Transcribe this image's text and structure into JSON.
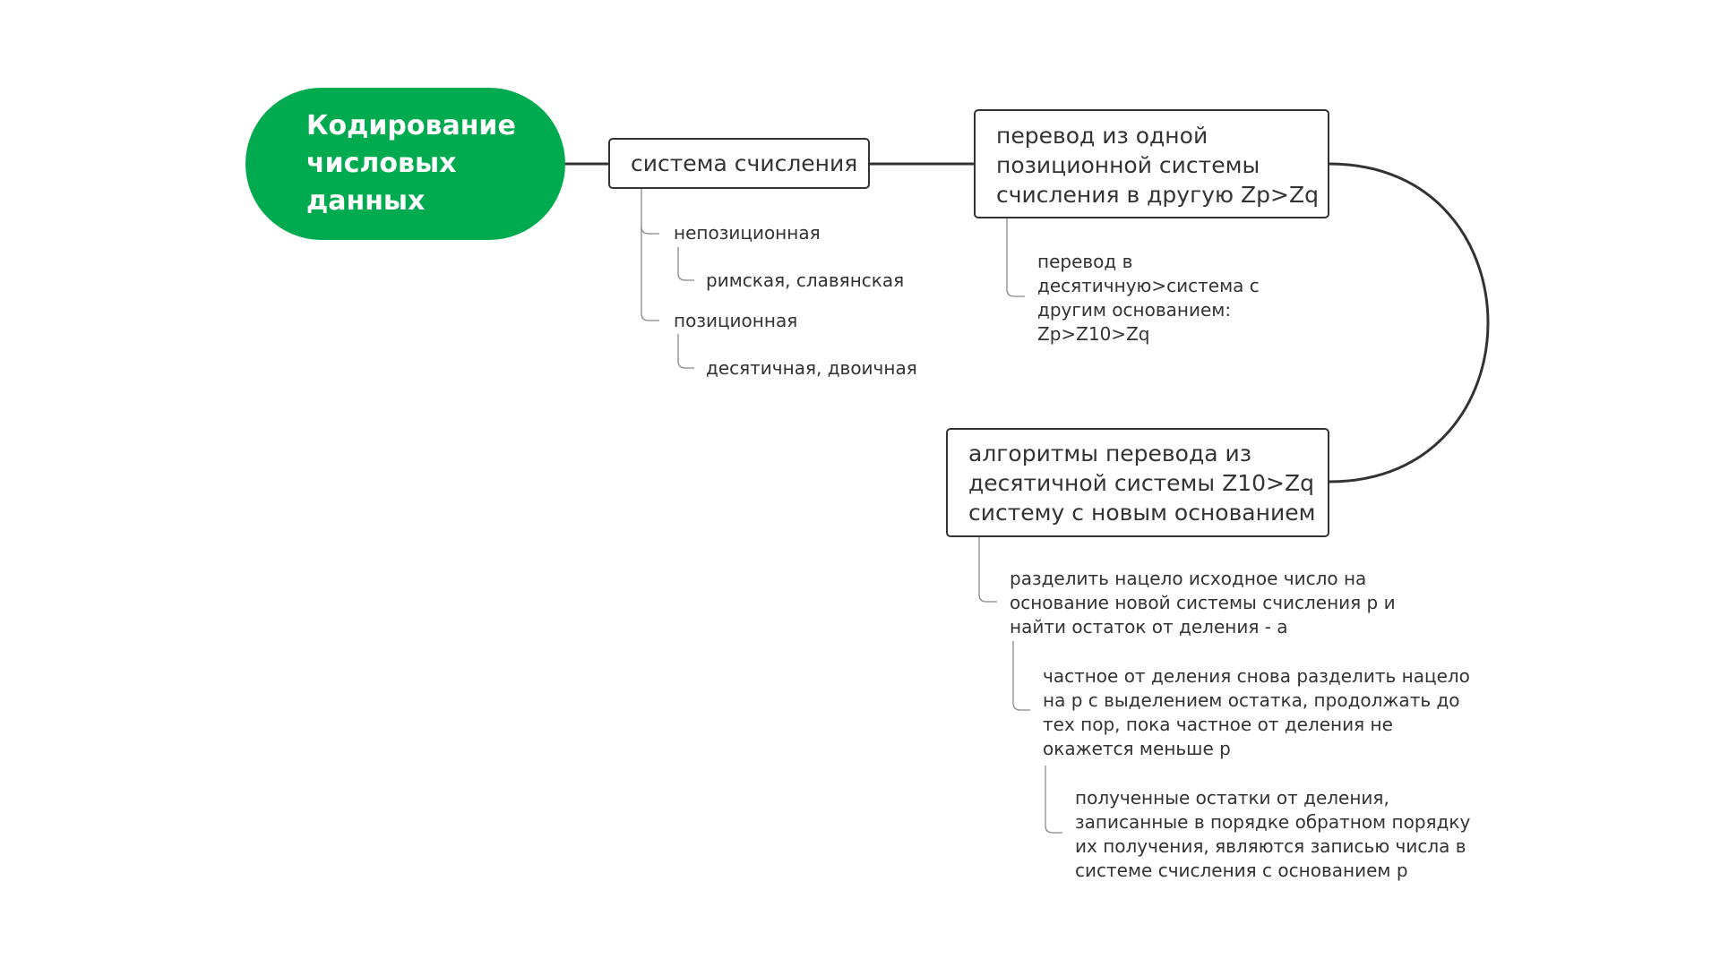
{
  "root": {
    "label": "Кодирование числовых данных"
  },
  "branch_system": {
    "label": "система счисления",
    "children": [
      {
        "label": "непозиционная",
        "child": "римская, славянская"
      },
      {
        "label": "позиционная",
        "child": "десятичная, двоичная"
      }
    ]
  },
  "branch_transfer": {
    "label": "перевод из одной позиционной системы счисления в другую Zp>Zq",
    "child": "перевод в десятичную>система с другим основанием: Zp>Z10>Zq"
  },
  "branch_algorithm": {
    "label": "алгоритмы перевода из десятичной системы Z10>Zq систему с новым основанием",
    "step1": "разделить нацело исходное число на основание новой системы счисления p и найти остаток от деления - a",
    "step2": "частное от деления снова разделить нацело на p с выделением остатка, продолжать до тех пор, пока частное от деления не окажется меньше p",
    "step3": "полученные остатки от деления, записанные в порядке обратном порядку их получения, являются записью числа в системе счисления с основанием p"
  },
  "colors": {
    "root_fill": "#00AA4E",
    "line": "#333333",
    "text": "#333333"
  }
}
